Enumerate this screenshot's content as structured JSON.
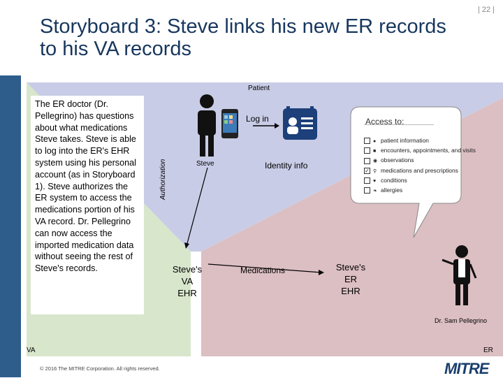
{
  "header": {
    "title": "Storyboard 3: Steve links his new ER records to his VA records",
    "page_number": "| 22 |"
  },
  "story_text": "The ER doctor (Dr. Pellegrino) has questions about what medications Steve takes.  Steve is able to log into the ER's EHR system using his personal account (as in Storyboard 1).  Steve authorizes the ER system to access the medications portion of his VA record. Dr. Pellegrino can now access the imported medication data without seeing the rest of Steve's records.",
  "regions": {
    "patient": "Patient",
    "va": "VA",
    "er": "ER"
  },
  "labels": {
    "steve": "Steve",
    "log_in": "Log in",
    "identity_info": "Identity info",
    "authorization": "Authorization",
    "medications": "Medications",
    "doctor": "Dr. Sam Pellegrino"
  },
  "va_ehr": [
    "Steve's",
    "VA",
    "EHR"
  ],
  "er_ehr": [
    "Steve's",
    "ER",
    "EHR"
  ],
  "access_panel": {
    "title": "Access to:",
    "items": [
      {
        "label": "patient information",
        "checked": false,
        "icon": "person-icon"
      },
      {
        "label": "encounters, appointments, and visits",
        "checked": false,
        "icon": "calendar-icon"
      },
      {
        "label": "observations",
        "checked": false,
        "icon": "eye-icon"
      },
      {
        "label": "medications and prescriptions",
        "checked": true,
        "icon": "search-icon"
      },
      {
        "label": "conditions",
        "checked": false,
        "icon": "heart-icon"
      },
      {
        "label": "allergies",
        "checked": false,
        "icon": "leaf-icon"
      }
    ]
  },
  "footer": {
    "copyright": "© 2016 The MITRE Corporation. All rights reserved.",
    "logo": "MITRE"
  },
  "colors": {
    "patient_region": "#c9cce6",
    "va_region": "#d8e6cc",
    "er_region": "#dcbfc3",
    "title": "#17375e",
    "brand": "#1a3e6d"
  }
}
